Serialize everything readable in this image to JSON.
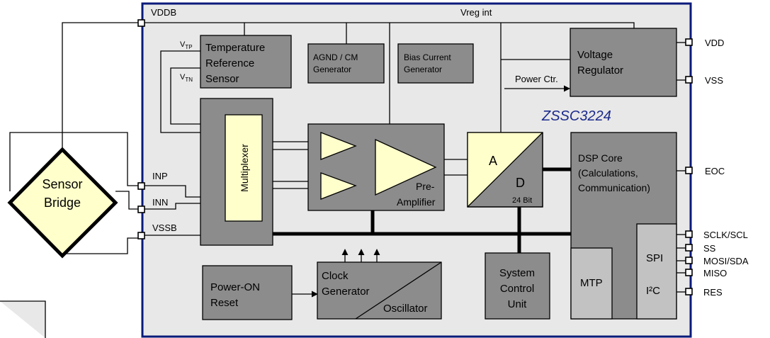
{
  "title": "ZSSC3224",
  "rails": {
    "vreg": "Vreg int",
    "vddb": "VDDB",
    "vssb": "VSSB"
  },
  "sensor_bridge": {
    "line1": "Sensor",
    "line2": "Bridge"
  },
  "bridge_pins": {
    "inp": "INP",
    "inn": "INN"
  },
  "temp_sensor": {
    "line1": "Temperature",
    "line2": "Reference",
    "line3": "Sensor",
    "vtp_main": "V",
    "vtp_sub": "TP",
    "vtn_main": "V",
    "vtn_sub": "TN"
  },
  "agnd": {
    "line1": "AGND / CM",
    "line2": "Generator"
  },
  "bias": {
    "line1": "Bias Current",
    "line2": "Generator"
  },
  "regulator": {
    "line1": "Voltage",
    "line2": "Regulator",
    "power_ctrl": "Power Ctr."
  },
  "multiplexer": "Multiplexer",
  "preamp": {
    "line1": "Pre-",
    "line2": "Amplifier"
  },
  "adc": {
    "a": "A",
    "d": "D",
    "bits": "24 Bit"
  },
  "dsp": {
    "line1": "DSP Core",
    "line2": "(Calculations,",
    "line3": "Communication)"
  },
  "mtp": "MTP",
  "spi": "SPI",
  "i2c": "I²C",
  "scu": {
    "line1": "System",
    "line2": "Control",
    "line3": "Unit"
  },
  "por": {
    "line1": "Power-ON",
    "line2": "Reset"
  },
  "clock": {
    "line1": "Clock",
    "line2": "Generator",
    "line3": "Oscillator"
  },
  "pins": {
    "vdd": "VDD",
    "vss": "VSS",
    "eoc": "EOC",
    "sclk": "SCLK/SCL",
    "ss": "SS",
    "mosi": "MOSI/SDA",
    "miso": "MISO",
    "res": "RES"
  },
  "colors": {
    "chip_bg": "#e8e8e8",
    "chip_border": "#0a1a7a",
    "block": "#8c8c8c",
    "light_block": "#c2c2c2",
    "highlight": "#ffffcc",
    "title": "#1a2a8c"
  }
}
